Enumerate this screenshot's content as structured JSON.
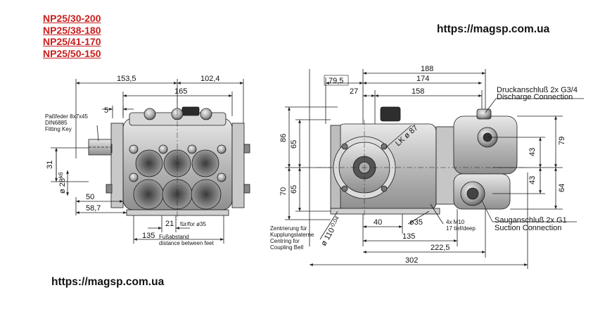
{
  "models": [
    "NP25/30-200",
    "NP25/38-180",
    "NP25/41-170",
    "NP25/50-150"
  ],
  "urls": {
    "top": "https://magsp.com.ua",
    "bottom": "https://magsp.com.ua"
  },
  "colors": {
    "model_text": "#c81e1e",
    "line": "#1a1a1a"
  },
  "front_view": {
    "dims": {
      "d153_5": "153,5",
      "d102_4": "102,4",
      "d165": "165",
      "d5": "5",
      "d31": "31",
      "d28": "28",
      "d28_tol": "k6",
      "d50": "50",
      "d58_7": "58,7",
      "d21": "21",
      "d135": "135"
    },
    "notes": {
      "key_1": "Paßfeder 8x7x45",
      "key_2": "DIN6885",
      "key_3": "Fitting Key",
      "for_35": "für/for ø35",
      "feet_1": "Fußabstand",
      "feet_2": "distance between feet"
    }
  },
  "side_view": {
    "dims": {
      "d188": "188",
      "d79_5": "79,5",
      "d174": "174",
      "d27": "27",
      "d158": "158",
      "d86": "86",
      "d65a": "65",
      "d70": "70",
      "d65b": "65",
      "d79": "79",
      "d43a": "43",
      "d43b": "43",
      "d64": "64",
      "lk87": "LK ø 87",
      "d40": "40",
      "d35": "ø35",
      "d135": "135",
      "d222_5": "222,5",
      "d302": "302",
      "d110": "ø 110",
      "d110_tol": "-0,04"
    },
    "notes": {
      "discharge_1": "Druckanschluß 2x G3/4",
      "discharge_2": "Discharge Connection",
      "suction_1": "Sauganschluß 2x G1",
      "suction_2": "Suction Connection",
      "bell_1": "Zentrierung für",
      "bell_2": "Kupplungslaterne",
      "bell_3": "Centring for",
      "bell_4": "Coupling Bell",
      "m10_1": "4x M10",
      "m10_2": "17 tief/deep"
    }
  }
}
